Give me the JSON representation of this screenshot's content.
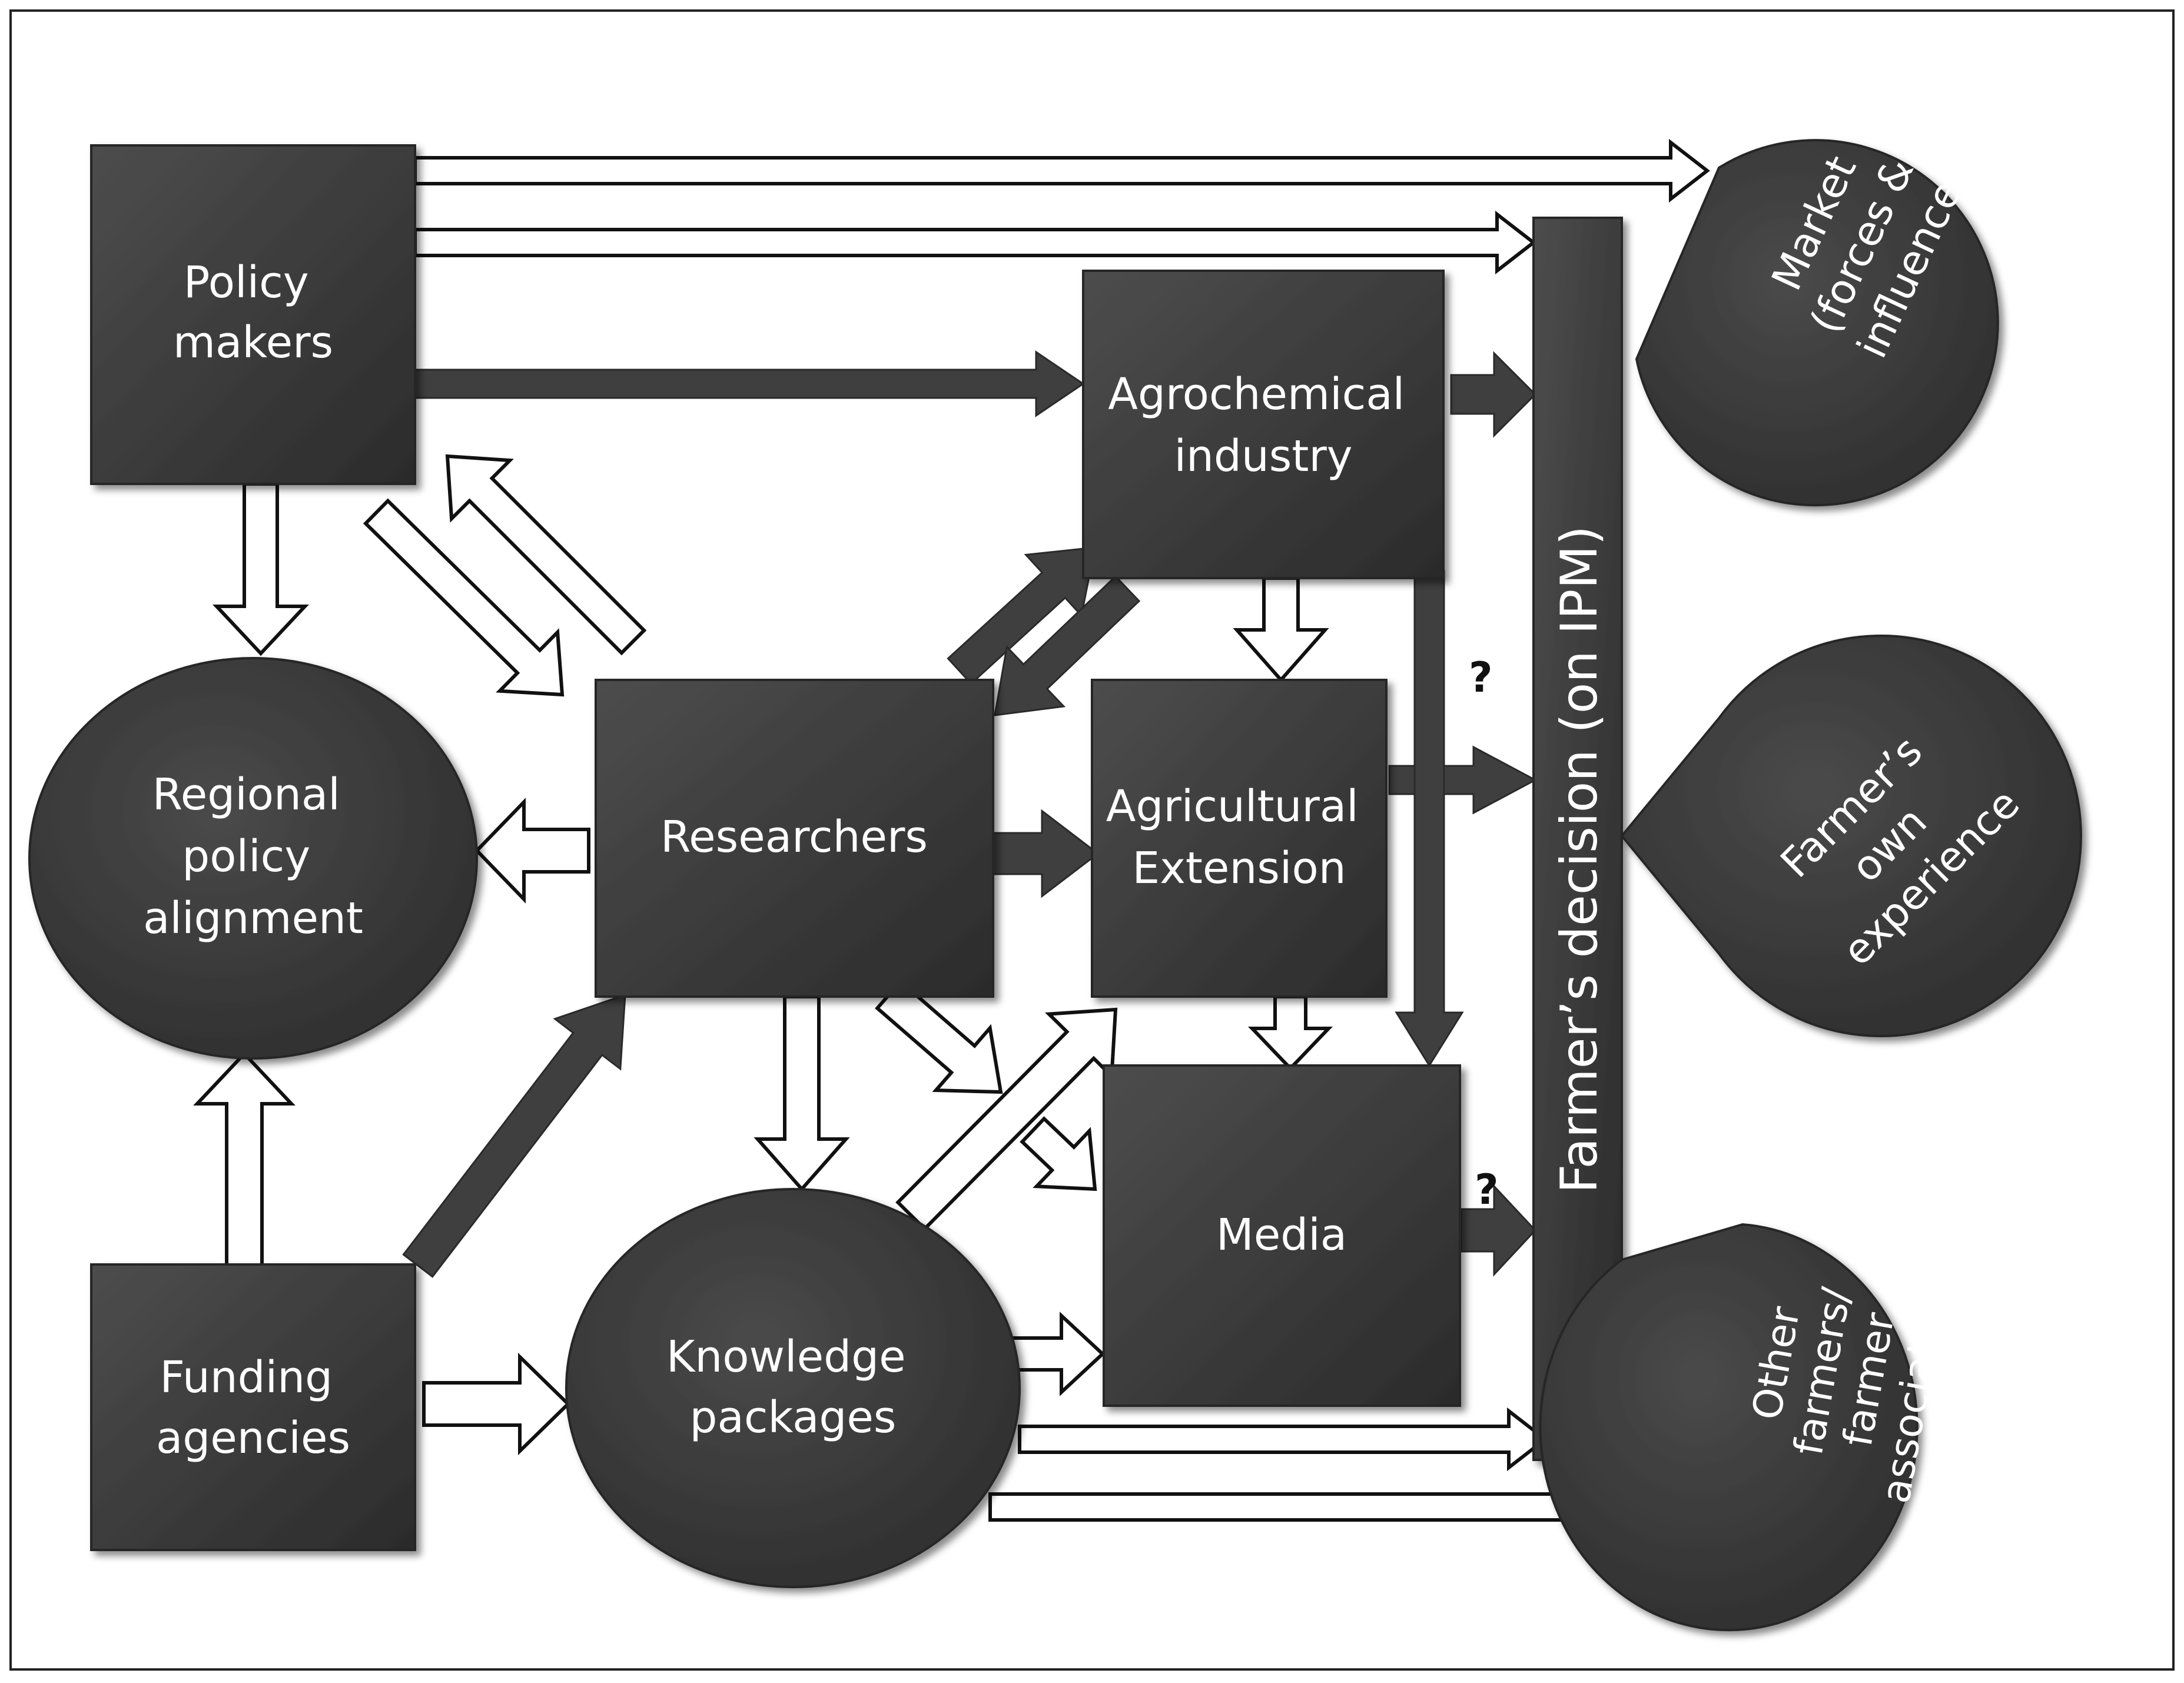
{
  "nodes": {
    "policy_makers": [
      "Policy",
      "makers"
    ],
    "regional_policy": [
      "Regional",
      "policy",
      "alignment"
    ],
    "funding_agencies": [
      "Funding",
      "agencies"
    ],
    "researchers": [
      "Researchers"
    ],
    "knowledge_packages": [
      "Knowledge",
      "packages"
    ],
    "agrochemical_industry": [
      "Agrochemical",
      "industry"
    ],
    "agricultural_extension": [
      "Agricultural",
      "Extension"
    ],
    "media": [
      "Media"
    ],
    "farmers_decision": "Farmer’s decision (on IPM)",
    "market": [
      "Market",
      "(forces &",
      "influence)"
    ],
    "own_experience": [
      "Farmer’s",
      "own",
      "experience"
    ],
    "other_farmers": [
      "Other",
      "farmers/",
      "farmer",
      "associations"
    ]
  },
  "question_marks": [
    "?",
    "?"
  ],
  "colors": {
    "node_fill": "#3d3d3d",
    "node_edge": "#262626",
    "arrow_dark": "#3f3f3f",
    "arrow_outline": "#111111",
    "text": "#ffffff"
  }
}
